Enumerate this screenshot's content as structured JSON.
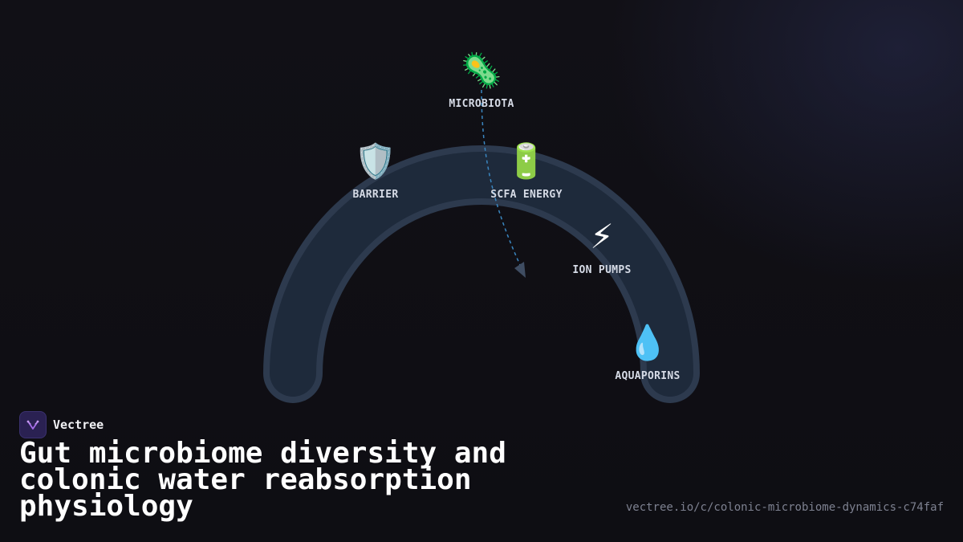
{
  "diagram": {
    "nodes": [
      {
        "id": "microbiota",
        "label": "MICROBIOTA",
        "icon": "microbe-icon",
        "glyph": "🦠"
      },
      {
        "id": "barrier",
        "label": "BARRIER",
        "icon": "shield-icon",
        "glyph": "🛡️"
      },
      {
        "id": "scfa",
        "label": "SCFA ENERGY",
        "icon": "battery-icon",
        "glyph": "🔋"
      },
      {
        "id": "ion",
        "label": "ION PUMPS",
        "icon": "lightning-icon",
        "glyph": "⚡"
      },
      {
        "id": "aquaporins",
        "label": "AQUAPORINS",
        "icon": "water-drop-icon",
        "glyph": "💧"
      }
    ],
    "arc_color": "#2d3a4e",
    "arc_fill": "#1e2a3b",
    "connector_color": "#3a86c0"
  },
  "brand": {
    "name": "Vectree",
    "accent": "#a46be8"
  },
  "title": "Gut microbiome diversity and colonic water reabsorption physiology",
  "url": "vectree.io/c/colonic-microbiome-dynamics-c74faf"
}
